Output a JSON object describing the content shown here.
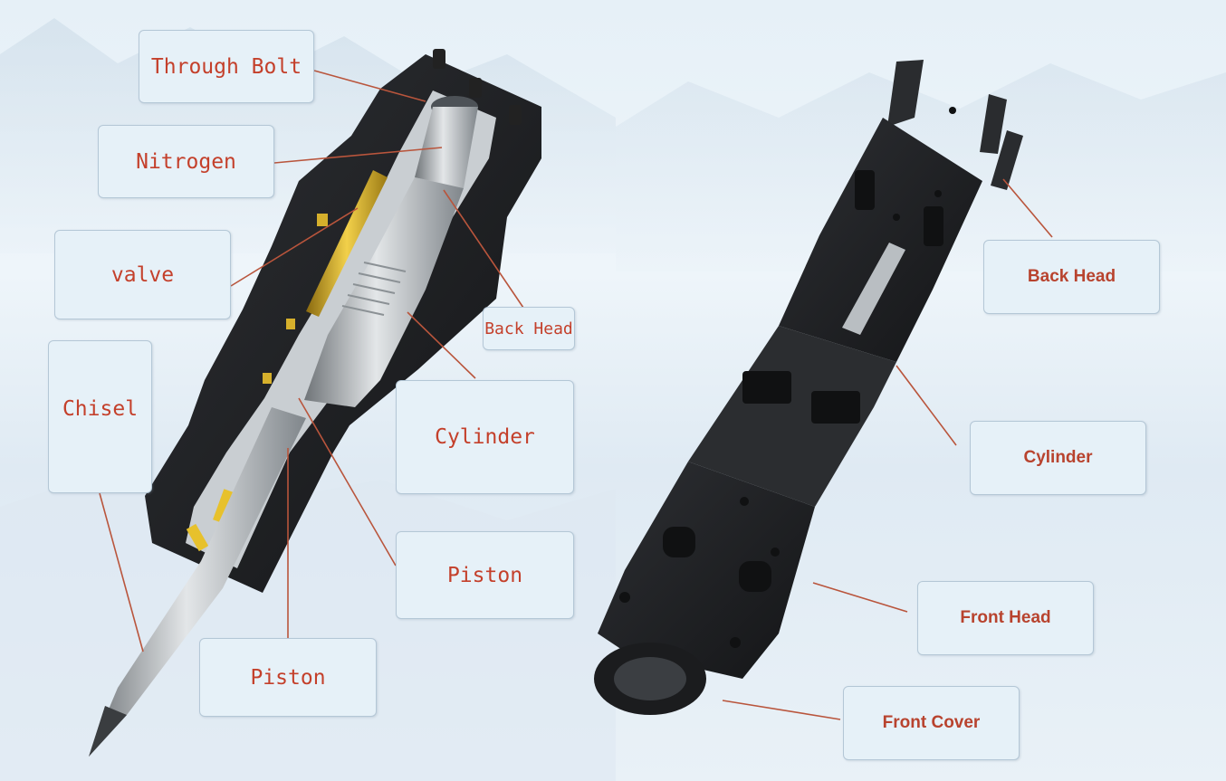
{
  "left_diagram": {
    "labels": {
      "through_bolt": "Through Bolt",
      "nitrogen": "Nitrogen",
      "valve": "valve",
      "back_head": "Back Head",
      "chisel": "Chisel",
      "cylinder": "Cylinder",
      "piston_right": "Piston",
      "piston_bottom": "Piston"
    }
  },
  "right_diagram": {
    "labels": {
      "back_head": "Back Head",
      "cylinder": "Cylinder",
      "front_head": "Front Head",
      "front_cover": "Front Cover"
    }
  },
  "colors": {
    "label_text": "#c4402b",
    "leader_line": "#b9553c",
    "label_fill": "#e6f1f8",
    "label_border": "#b4c7d6",
    "body_dark": "#1e1f21",
    "gold": "#c9a227"
  }
}
